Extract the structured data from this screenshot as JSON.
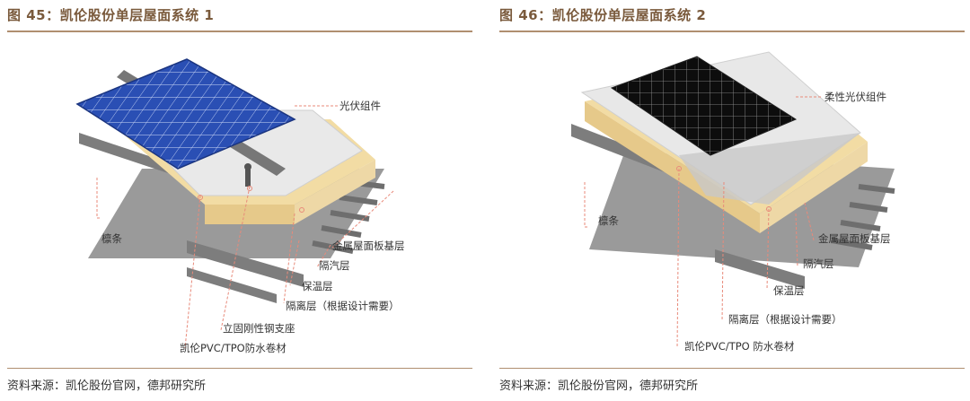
{
  "left": {
    "title": "图 45：凯伦股份单层屋面系统 1",
    "labels": {
      "pv_module": "光伏组件",
      "purlin": "檩条",
      "metal_panel": "金属屋面板基层",
      "vapor_barrier": "隔汽层",
      "insulation": "保温层",
      "separation": "隔离层（根据设计需要）",
      "steel_support": "立固刚性钢支座",
      "membrane": "凯伦PVC/TPO防水卷材"
    },
    "source": "资料来源：凯伦股份官网，德邦研究所"
  },
  "right": {
    "title": "图 46：凯伦股份单层屋面系统 2",
    "labels": {
      "pv_module": "柔性光伏组件",
      "purlin": "檩条",
      "metal_panel": "金属屋面板基层",
      "vapor_barrier": "隔汽层",
      "insulation": "保温层",
      "separation": "隔离层（根据设计需要）",
      "membrane": "凯伦PVC/TPO 防水卷材"
    },
    "source": "资料来源：凯伦股份官网，德邦研究所"
  },
  "colors": {
    "title": "#7a5a3c",
    "rule": "#b08f70",
    "leader": "#e88a7a",
    "insulation": "#f2dca4",
    "metal": "#8c8c8c",
    "panel_blue": "#2a4fb4",
    "panel_black": "#0d0d0d"
  }
}
